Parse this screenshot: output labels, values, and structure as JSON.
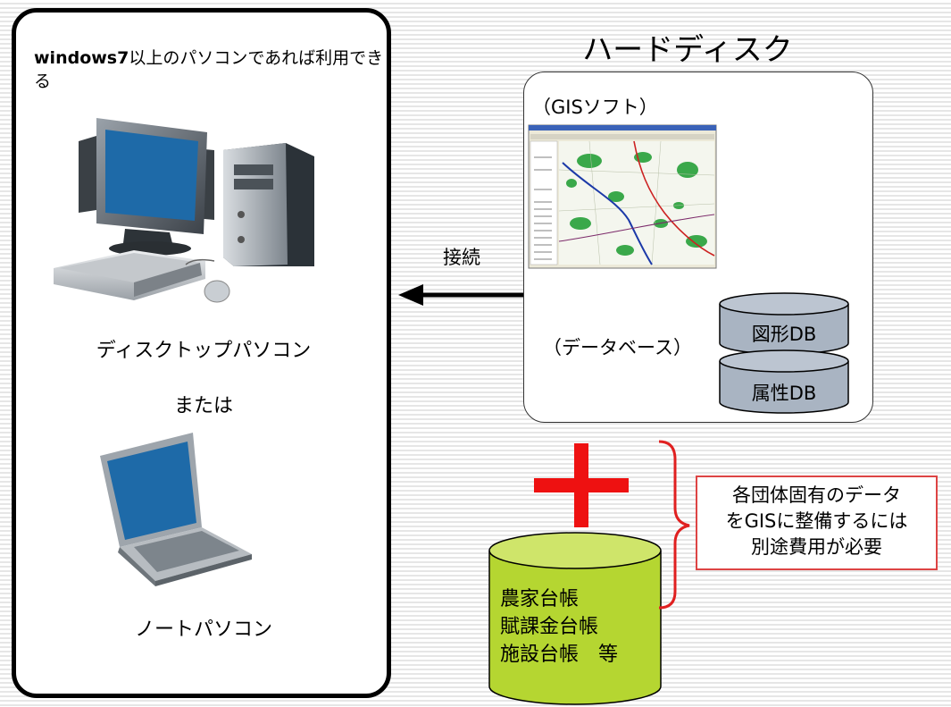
{
  "left_panel": {
    "requirement_bold": "windows7",
    "requirement_rest": "以上のパソコンであれば利用できる",
    "desktop_label": "ディスクトップパソコン",
    "or_label": "または",
    "notebook_label": "ノートパソコン"
  },
  "connection": {
    "label": "接続"
  },
  "hard_disk": {
    "title": "ハードディスク",
    "gis_label": "（GISソフト）",
    "database_label": "（データベース）",
    "db_figure": "図形DB",
    "db_attribute": "属性DB"
  },
  "ledgers": {
    "line1": "農家台帳",
    "line2": "賦課金台帳",
    "line3": "施設台帳　等"
  },
  "note": {
    "line1": "各団体固有のデータ",
    "line2": "をGISに整備するには",
    "line3": "別途費用が必要"
  },
  "colors": {
    "plus": "#ee1111",
    "brace": "#e02020",
    "cylinder_green": "#b5d631",
    "cylinder_gray": "#a9b4c2",
    "screen_blue": "#1e6aa8"
  },
  "icons": [
    "desktop-computer-icon",
    "laptop-icon",
    "gis-screenshot",
    "plus-icon",
    "arrow-left-icon"
  ]
}
